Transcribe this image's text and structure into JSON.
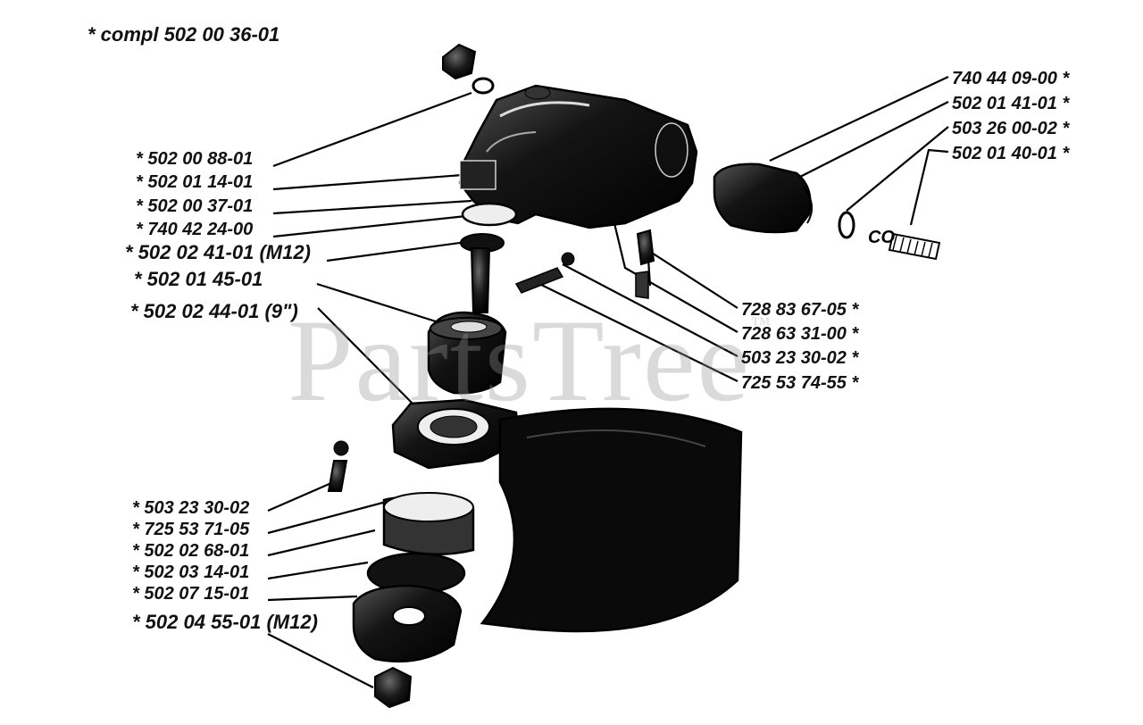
{
  "title": "*  compl 502 00 36-01",
  "watermark": {
    "text": "PartsTree",
    "mark": "™"
  },
  "left_labels": [
    "*  502 00 88-01",
    "*  502 01 14-01",
    "*  502 00 37-01",
    "*  740 42 24-00",
    "*  502 02 41-01 (M12)",
    "*  502 01 45-01",
    "*  502 02 44-01 (9\")",
    "*  503 23 30-02",
    "*  725 53 71-05",
    "*  502 02 68-01",
    "*  502 03 14-01",
    "*  502 07 15-01",
    "*  502 04 55-01  (M12)"
  ],
  "right_labels": [
    "740 44 09-00  *",
    "502 01 41-01  *",
    "503 26 00-02  *",
    "502 01 40-01  *",
    "728 83 67-05  *",
    "728 63 31-00  *",
    "503 23 30-02  *",
    "725 53 74-55  *"
  ]
}
